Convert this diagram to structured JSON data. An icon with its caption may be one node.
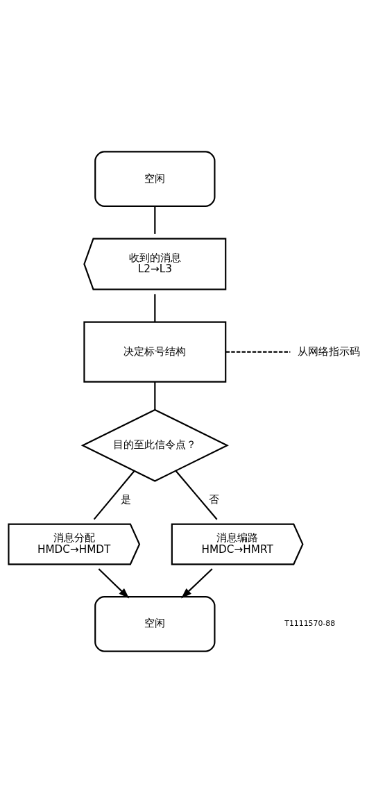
{
  "diagram": {
    "nodes": [
      {
        "text": [
          "空闲"
        ]
      },
      {
        "text": [
          "收到的消息",
          "L2→L3"
        ]
      },
      {
        "text": [
          "决定标号结构"
        ]
      },
      {
        "text": [
          "从网络指示码"
        ]
      },
      {
        "text": [
          "目的至此信令点？"
        ]
      },
      {
        "text": [
          "消息分配",
          "HMDC→HMDT"
        ]
      },
      {
        "text": [
          "消息编路",
          "HMDC→HMRT"
        ]
      },
      {
        "text": [
          "空闲"
        ]
      }
    ],
    "edges": [
      {
        "from": 0,
        "to": 1,
        "arrow": "none"
      },
      {
        "from": 1,
        "to": 2,
        "arrow": "none"
      },
      {
        "from": 2,
        "to": 3,
        "arrow": "none",
        "style": "dashed"
      },
      {
        "from": 2,
        "to": 4,
        "arrow": "none"
      },
      {
        "from": 4,
        "to": 5,
        "arrow": "none",
        "label": "是"
      },
      {
        "from": 4,
        "to": 6,
        "arrow": "none",
        "label": "否"
      },
      {
        "from": 5,
        "to": 7,
        "arrow": "to"
      },
      {
        "from": 6,
        "to": 7,
        "arrow": "to"
      }
    ],
    "labels": [
      "T1111570-88"
    ]
  }
}
